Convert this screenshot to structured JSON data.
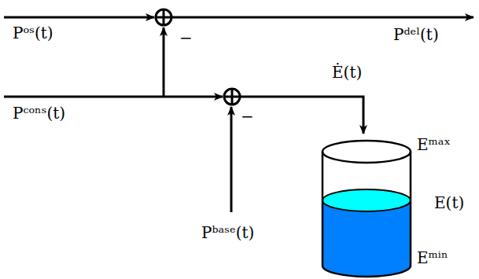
{
  "diagram": {
    "labels": [
      "Pᵒˢ(t)",
      "−",
      "Pᵈᵉˡ(t)",
      "Ė(t)",
      "Pᶜᵒⁿˢ(t)",
      "−",
      "Eᵐᵃˣ",
      "E(t)",
      "Pᵇᵃˢᵉ(t)",
      "Eᵐⁱⁿ"
    ]
  }
}
